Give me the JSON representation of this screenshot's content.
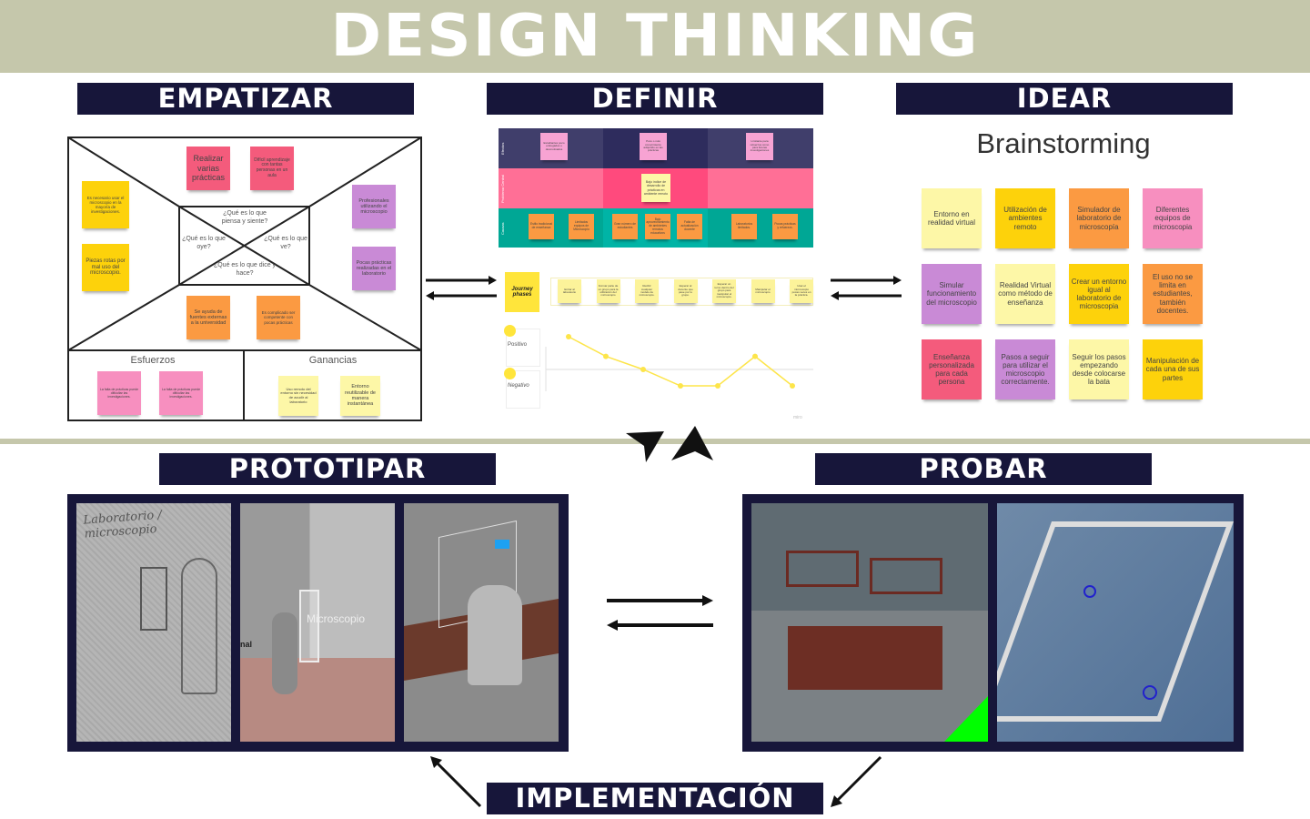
{
  "title": "DESIGN THINKING",
  "headers": {
    "empatizar": "EMPATIZAR",
    "definir": "DEFINIR",
    "idear": "IDEAR",
    "prototipar": "PROTOTIPAR",
    "probar": "PROBAR",
    "implementacion": "IMPLEMENTACIÓN"
  },
  "empathy_map": {
    "questions": {
      "piensa": "¿Qué es lo que piensa y siente?",
      "oye": "¿Qué es lo que oye?",
      "ve": "¿Qué es lo que ve?",
      "dice": "¿Qué es lo que dice y hace?"
    },
    "esfuerzos_label": "Esfuerzos",
    "ganancias_label": "Ganancias",
    "notes": [
      {
        "text": "Realizar varias prácticas",
        "color": "#f45b7c"
      },
      {
        "text": "Difícil aprendizaje con tantas personas en un aula",
        "color": "#f45b7c"
      },
      {
        "text": "Es necesario usar el microscopio en la mayoría de investigaciones.",
        "color": "#fdd20b"
      },
      {
        "text": "Piezas rotas por mal uso del microscopio.",
        "color": "#fdd20b"
      },
      {
        "text": "Profesionales utilizando el microscopio",
        "color": "#c98ad6"
      },
      {
        "text": "Pocas prácticas realizadas en el laboratorio",
        "color": "#c98ad6"
      },
      {
        "text": "Se ayuda de fuentes externas a la universidad",
        "color": "#fb9a42"
      },
      {
        "text": "Es complicado ser competente con pocas prácticas",
        "color": "#fb9a42"
      },
      {
        "text": "La falta de prácticas puede dificultar las investigaciones.",
        "color": "#f78fbf"
      },
      {
        "text": "La falta de prácticas puede dificultar las investigaciones.",
        "color": "#f78fbf"
      },
      {
        "text": "Uso remoto del entorno sin necesidad de acudir al laboratorio",
        "color": "#fdf7a7"
      },
      {
        "text": "Entorno reutilizable de manera instantánea",
        "color": "#fdf7a7"
      }
    ]
  },
  "problem_tree": {
    "rows": [
      "Efectos",
      "Problema Central",
      "Causas"
    ],
    "efectos": [
      "Estudiantes poco entregados o desmotivados",
      "Poco o nulo conocimiento adquirido en las prácticas",
      "Limitante para refuerzos como para futuras investigaciones"
    ],
    "problema": "Bajo índice de desarrollo de prácticas en ambiente remoto",
    "causas": [
      "Estilo tradicional de enseñanza",
      "Limitados equipos de Microscopio",
      "Gran número de estudiantes",
      "Bajo aprovechamiento de ambientes remotos educativos",
      "Falta de actualización docente",
      "Laboratorios limitados.",
      "Pocas prácticas y refuerzos."
    ]
  },
  "journey": {
    "label": "Journey phases",
    "positive": "Positivo",
    "negative": "Negativo",
    "watermark": "miro",
    "phases": [
      "Entrar al laboratorio",
      "Formar parte de un grupo para la utilización del microscopio",
      "Recibir cualquier modelo de microscopio.",
      "Esperar al docente que pase por tu grupo.",
      "Esperar un turno dentro del grupo para manipular el microscopio.",
      "Manipular el microscopio",
      "Usar el microscopio pocas veces en la práctica."
    ],
    "emotion": [
      1.0,
      0.4,
      0.0,
      -0.5,
      -0.5,
      0.4,
      -0.5
    ]
  },
  "ideate": {
    "title": "Brainstorming",
    "notes": [
      {
        "text": "Entorno en realidad virtual",
        "color": "#fdf7a7"
      },
      {
        "text": "Utilización de ambientes remoto",
        "color": "#fdd20b"
      },
      {
        "text": "Simulador de laboratorio de microscopía",
        "color": "#fb9a42"
      },
      {
        "text": "Diferentes equipos de microscopia",
        "color": "#f78fbf"
      },
      {
        "text": "Simular funcionamiento del microscopio",
        "color": "#c98ad6"
      },
      {
        "text": "Realidad Virtual como método de enseñanza",
        "color": "#fdf7a7"
      },
      {
        "text": "Crear un entorno igual al laboratorio de microscopia",
        "color": "#fdd20b"
      },
      {
        "text": "El uso no se limita en estudiantes, también docentes.",
        "color": "#fb9a42"
      },
      {
        "text": "Enseñanza personalizada para cada persona",
        "color": "#f45b7c"
      },
      {
        "text": "Pasos a seguir para utilizar el microscopio correctamente.",
        "color": "#c98ad6"
      },
      {
        "text": "Seguir los pasos empezando desde colocarse la bata",
        "color": "#fdf7a7"
      },
      {
        "text": "Manipulación de cada una de sus partes",
        "color": "#fdd20b"
      }
    ]
  },
  "prototype": {
    "sketch_text": "Laboratorio / microscopio",
    "screen_label": "Microscopio",
    "side_label": "nal"
  },
  "colors": {
    "banner": "#c5c7ab",
    "header": "#17163a",
    "test_marker": "#00ff00"
  }
}
